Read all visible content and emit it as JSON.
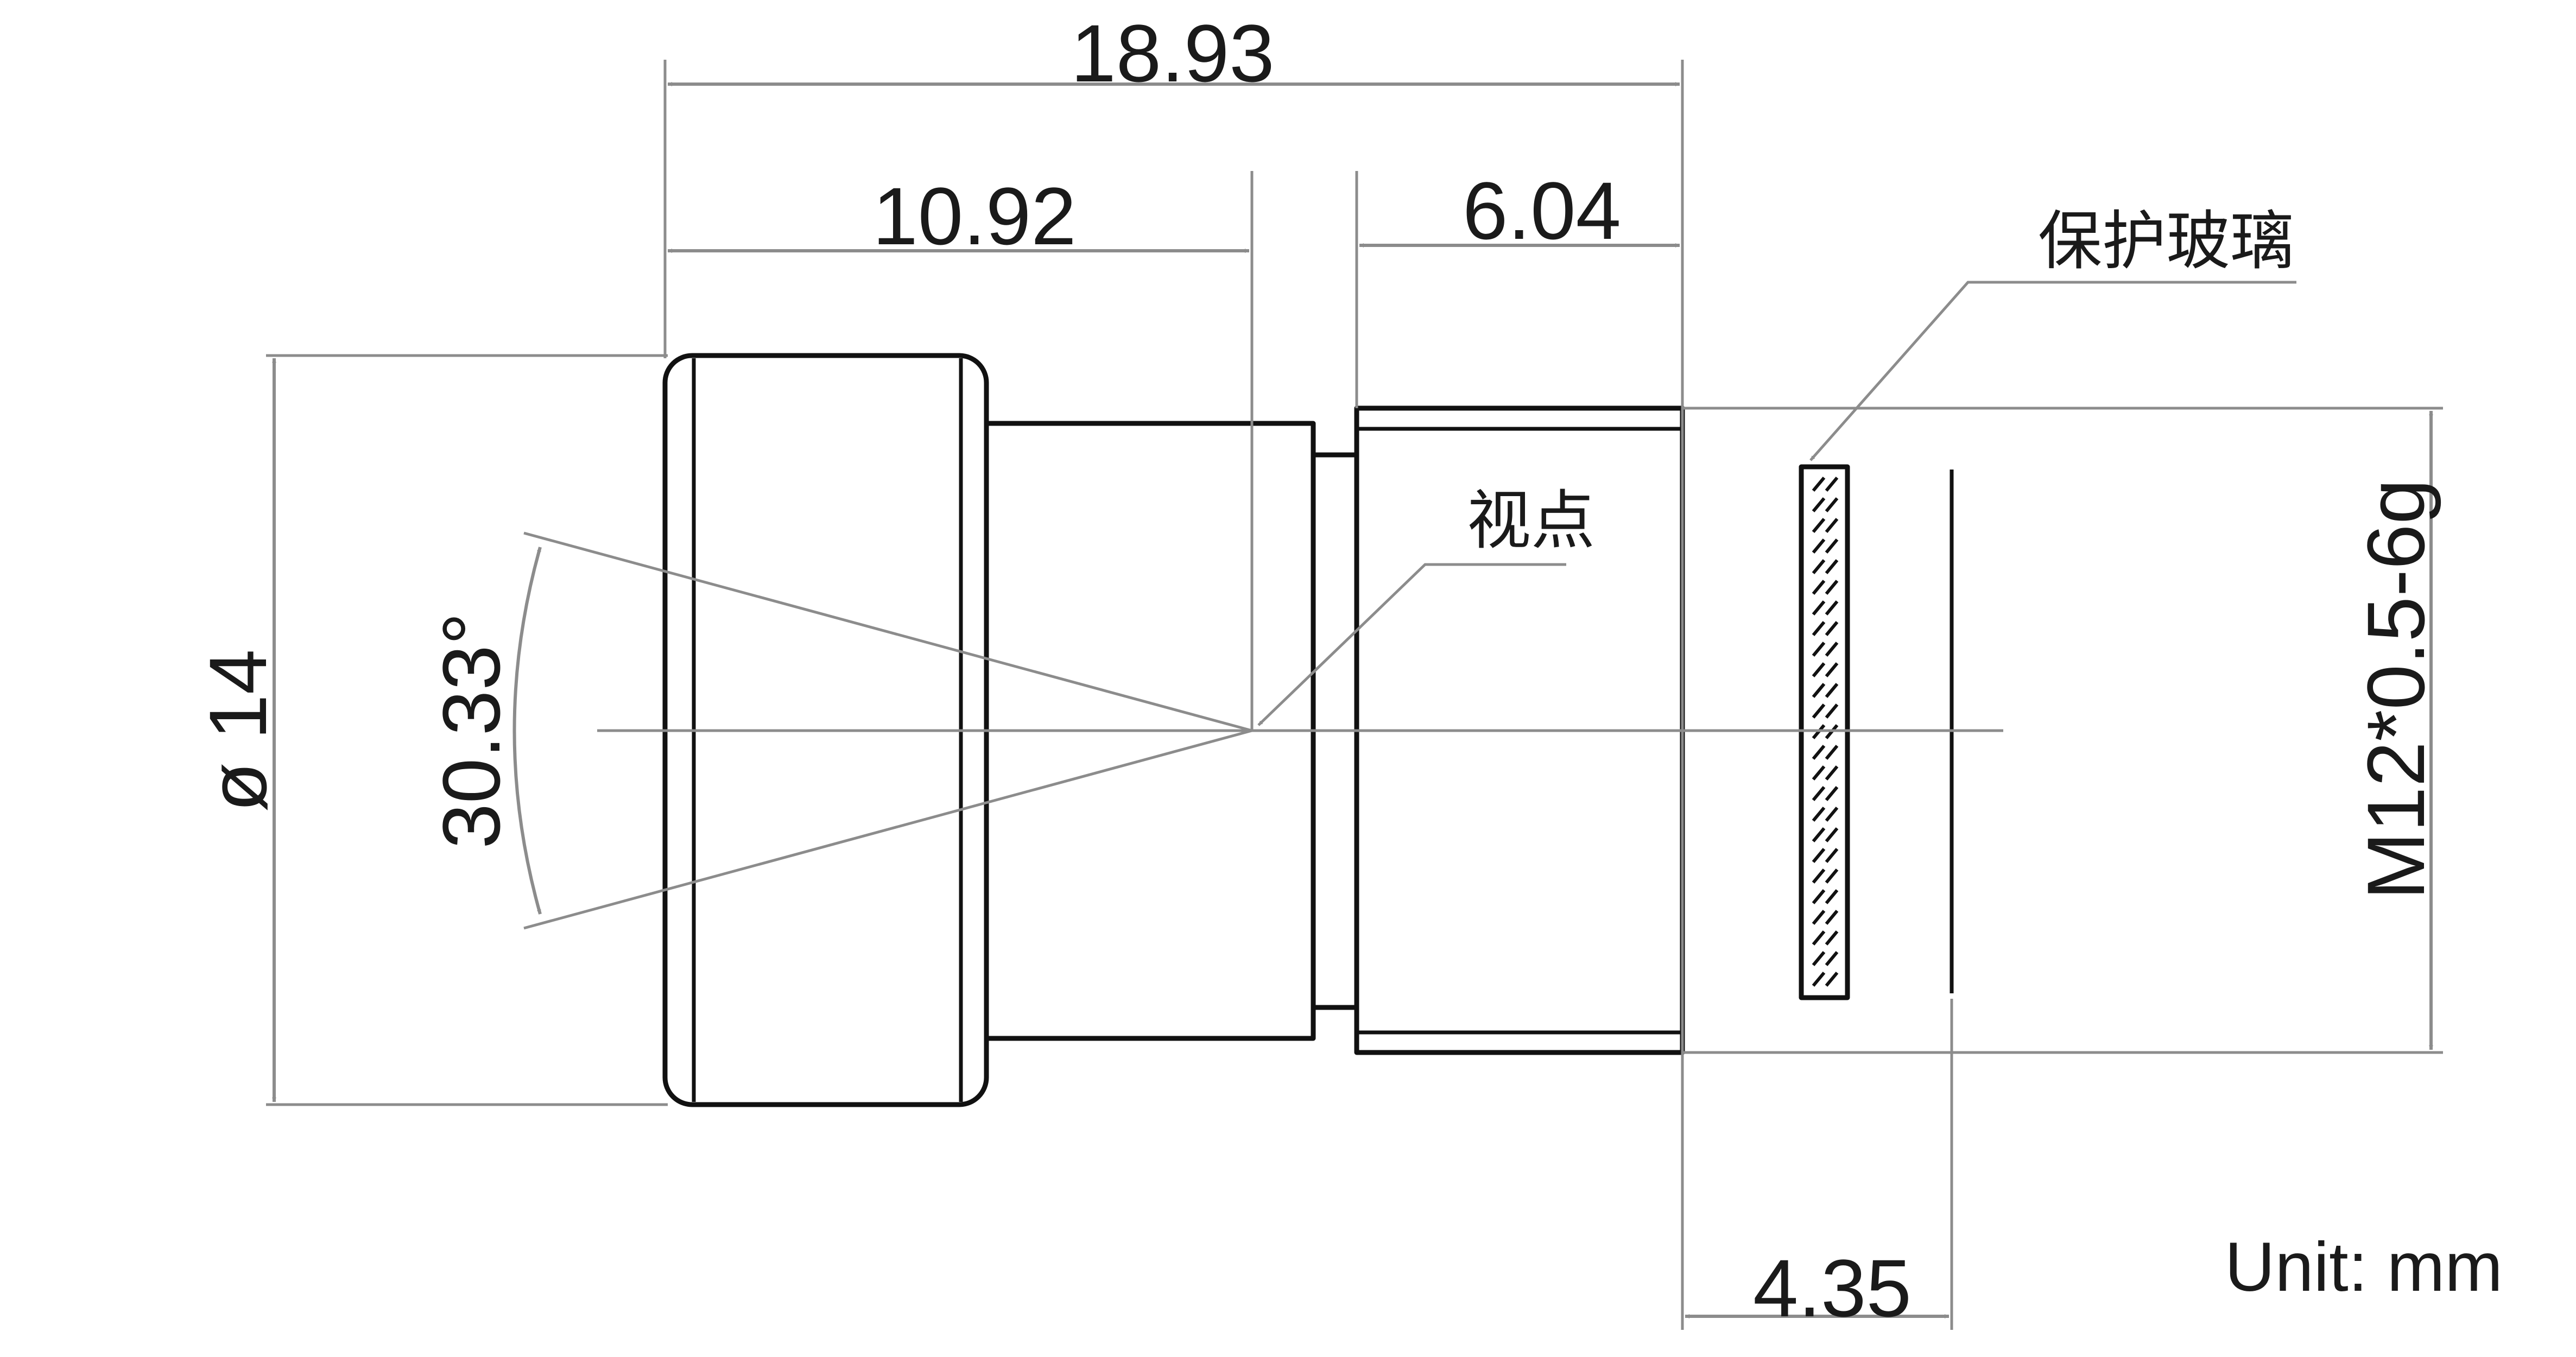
{
  "dimensions": {
    "overall_length": "18.93",
    "to_viewpoint": "10.92",
    "thread_length": "6.04",
    "back_distance": "4.35",
    "outer_diameter": "ø 14",
    "field_angle": "30.33°",
    "thread_spec": "M12*0.5-6g"
  },
  "callouts": {
    "protective_glass": "保护玻璃",
    "viewpoint": "视点"
  },
  "unit_note": "Unit: mm",
  "colors": {
    "outline": "#111111",
    "dimension": "#8c8c8c",
    "background": "#ffffff"
  }
}
